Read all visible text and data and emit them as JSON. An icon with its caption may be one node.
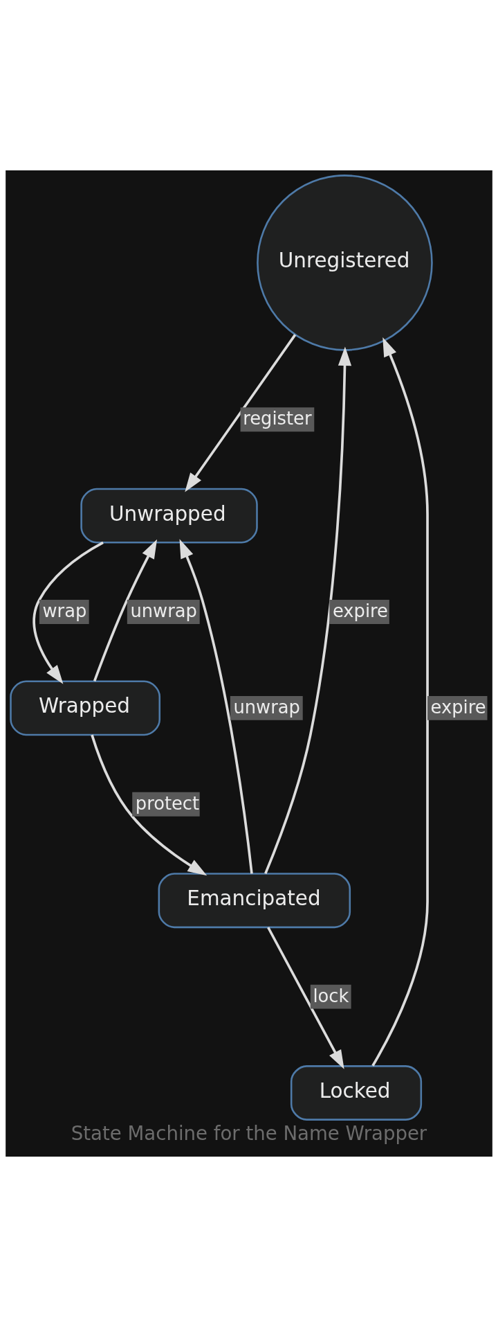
{
  "diagram": {
    "caption": "State Machine for the Name Wrapper",
    "nodes": [
      {
        "text": [
          "Unregistered"
        ]
      },
      {
        "text": [
          "Unwrapped"
        ]
      },
      {
        "text": [
          "Wrapped"
        ]
      },
      {
        "text": [
          "Emancipated"
        ]
      },
      {
        "text": [
          "Locked"
        ]
      }
    ],
    "edges": [
      {
        "from": 0,
        "to": 1,
        "arrow": "to",
        "label": "register"
      },
      {
        "from": 1,
        "to": 2,
        "arrow": "to",
        "label": "wrap"
      },
      {
        "from": 2,
        "to": 1,
        "arrow": "to",
        "label": "unwrap"
      },
      {
        "from": 2,
        "to": 3,
        "arrow": "to",
        "label": "protect"
      },
      {
        "from": 3,
        "to": 1,
        "arrow": "to",
        "label": "unwrap"
      },
      {
        "from": 3,
        "to": 0,
        "arrow": "to",
        "label": "expire"
      },
      {
        "from": 3,
        "to": 4,
        "arrow": "to",
        "label": "lock"
      },
      {
        "from": 4,
        "to": 0,
        "arrow": "to",
        "label": "expire"
      }
    ]
  }
}
